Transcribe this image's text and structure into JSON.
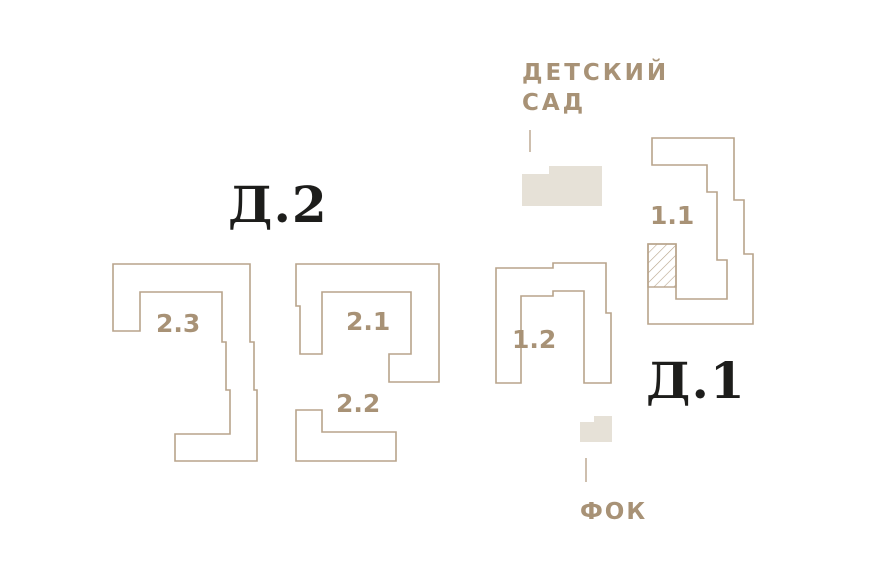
{
  "districts": {
    "d1": "Д.1",
    "d2": "Д.2"
  },
  "buildings": {
    "b1_1": "1.1",
    "b1_2": "1.2",
    "b2_1": "2.1",
    "b2_2": "2.2",
    "b2_3": "2.3"
  },
  "facilities": {
    "kindergarten_line1": "ДЕТСКИЙ",
    "kindergarten_line2": "САД",
    "sport": "ФОК"
  },
  "colors": {
    "outline": "#b8a48b",
    "label": "#a89276",
    "fill": "#e6e1d7",
    "district": "#1d1d1b"
  }
}
